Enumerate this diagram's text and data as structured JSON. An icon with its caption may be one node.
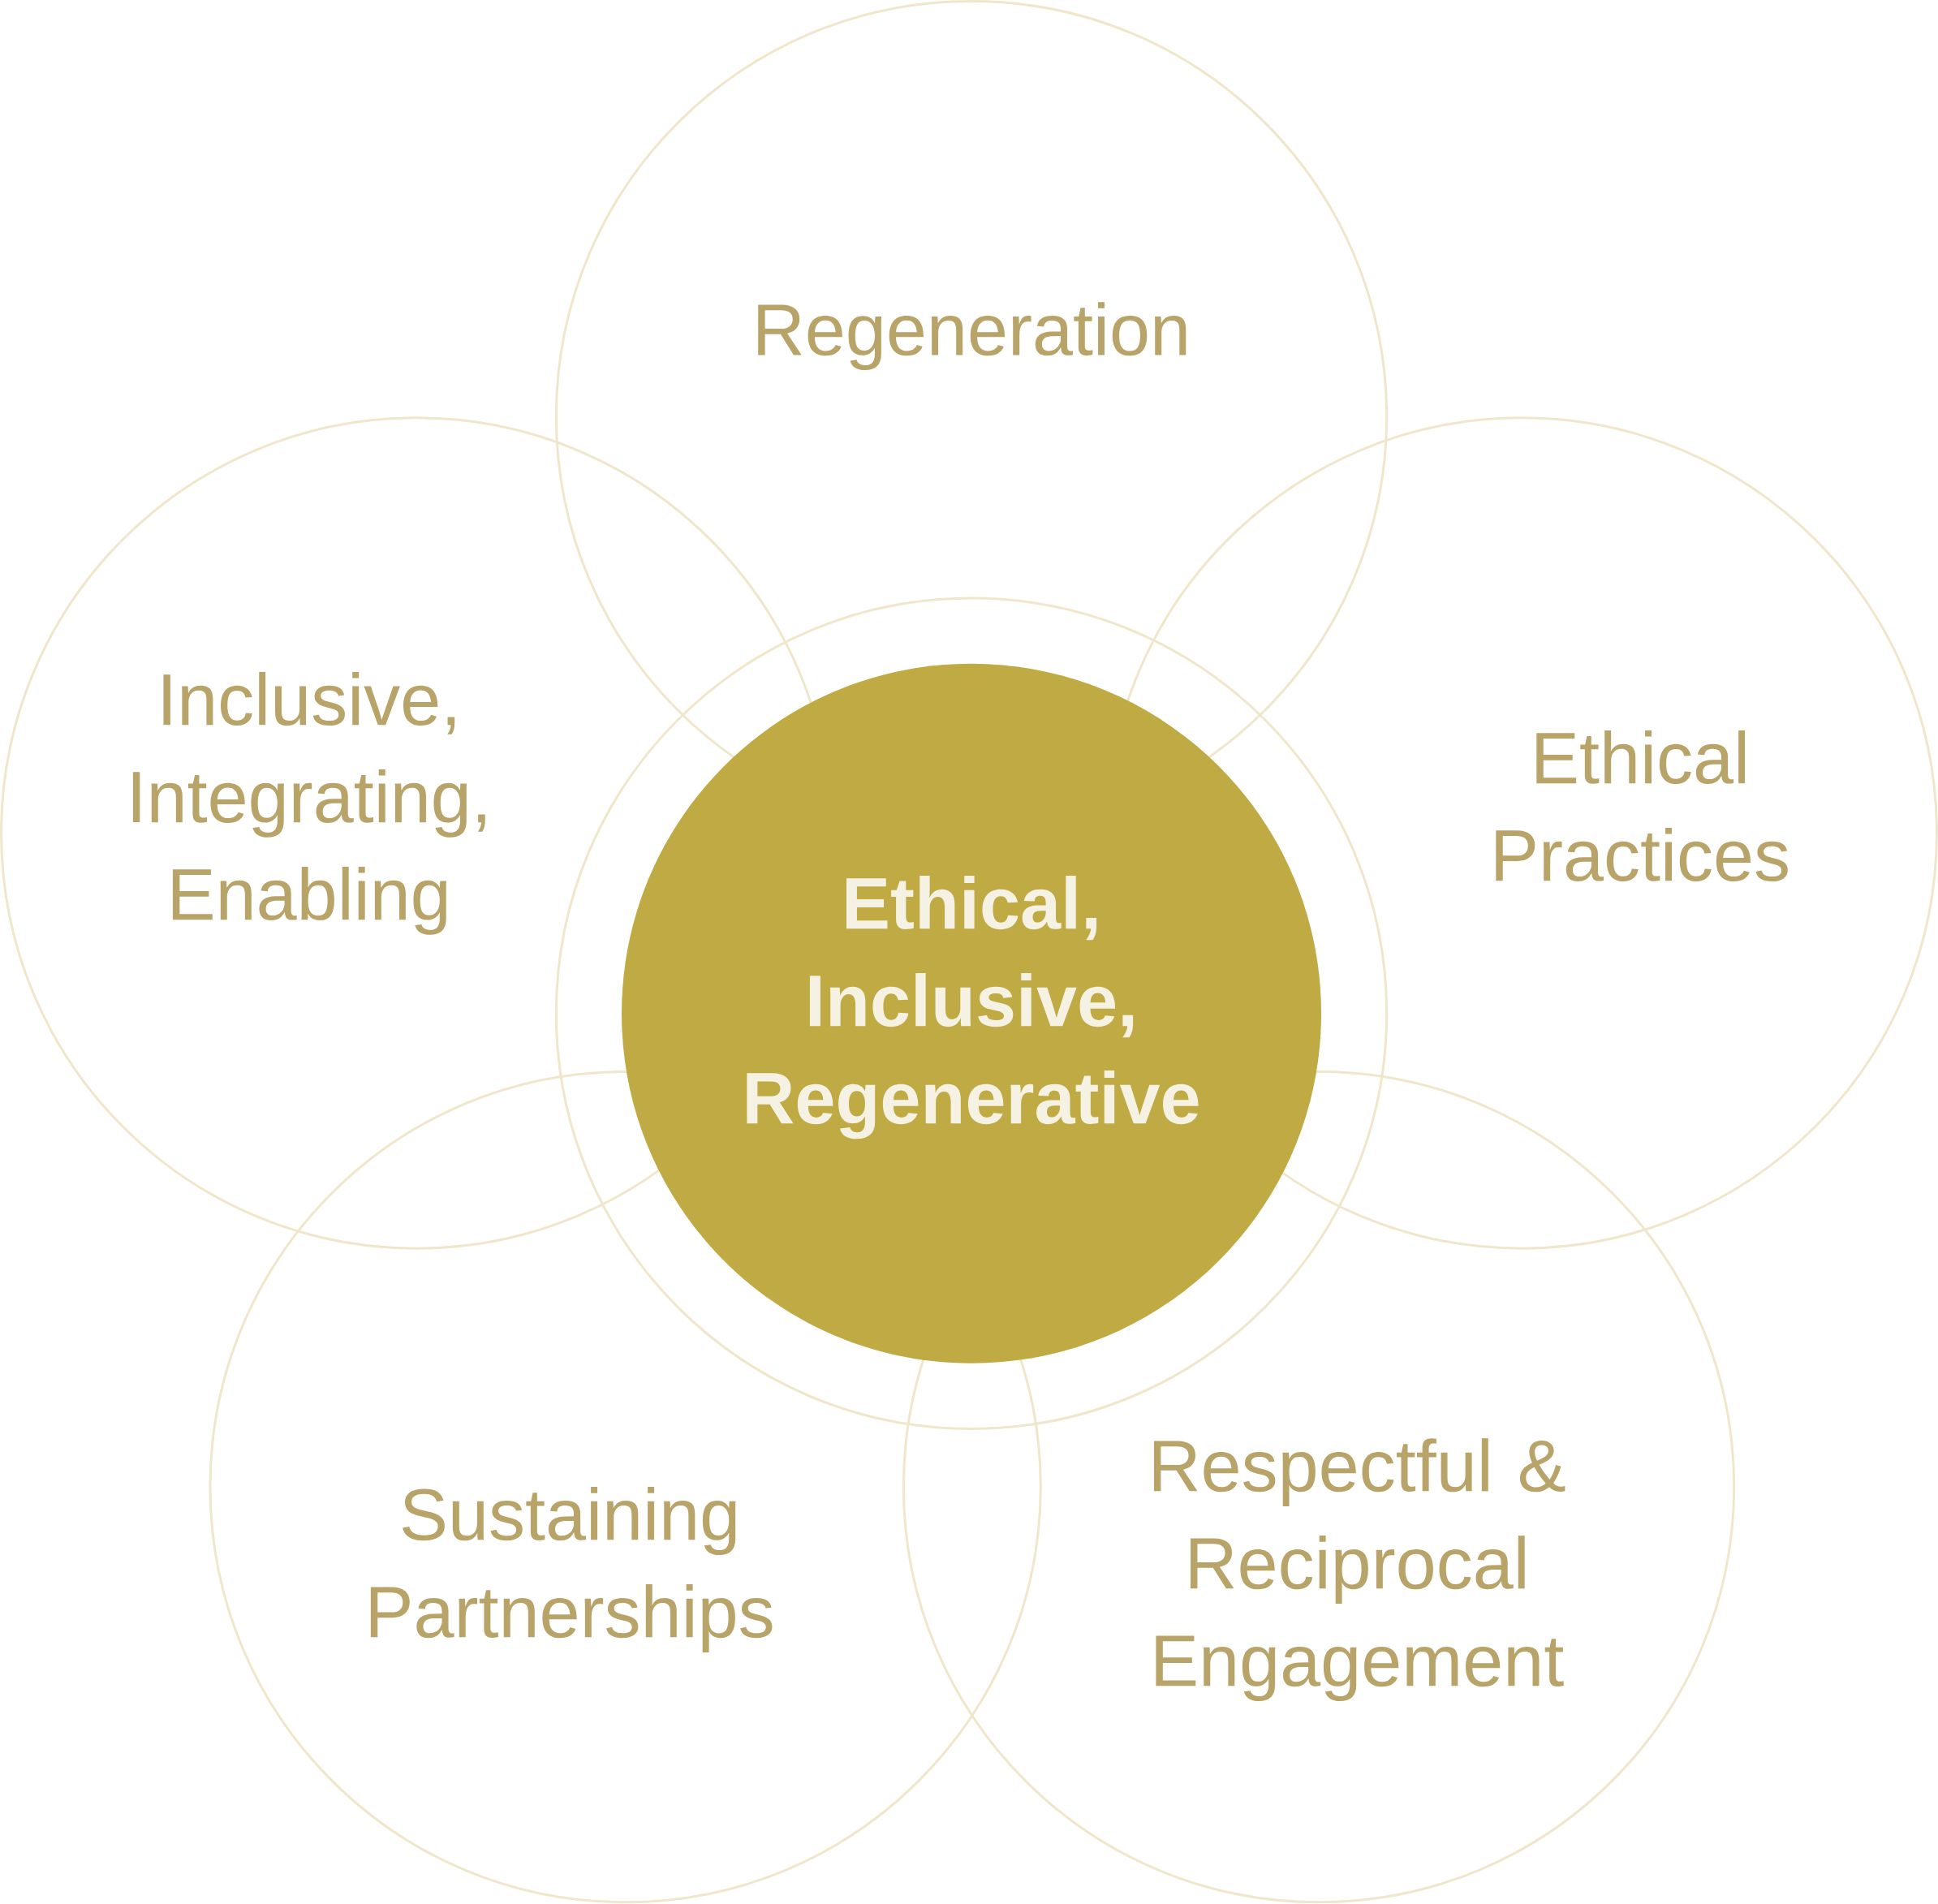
{
  "diagram": {
    "nodes": [
      {
        "text": [
          "Regeneration"
        ]
      },
      {
        "text": [
          "Inclusive, Integrating, Enabling"
        ]
      },
      {
        "text": [
          "Ethical Practices"
        ]
      },
      {
        "text": [],
        "shape": "circle"
      },
      {
        "text": [
          "Ethical, Inclusive, Regenerative"
        ],
        "in": 3
      },
      {
        "text": [
          "Sustaining Partnerships"
        ]
      },
      {
        "text": [
          "Respectful & Reciprocal Engagement"
        ]
      }
    ]
  }
}
